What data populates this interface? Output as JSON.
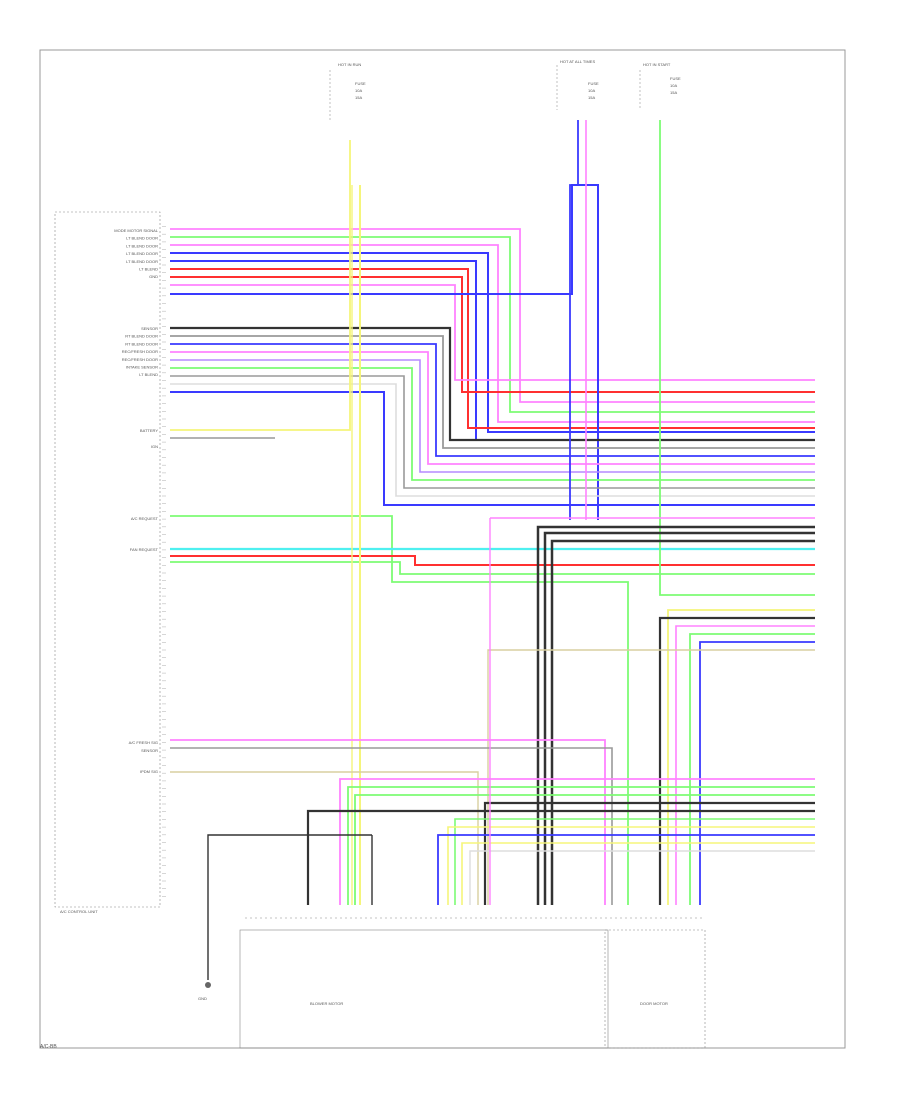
{
  "diagram": {
    "footer_code": "A/C-BB",
    "left_unit": {
      "name": "A/C CONTROL UNIT",
      "pin_labels_top": [
        "MODE MOTOR SIGNAL",
        "LT BLEND DOOR",
        "LT BLEND DOOR",
        "LT BLEND DOOR",
        "LT BLEND DOOR",
        "LT BLEND",
        "GND"
      ],
      "pin_labels_mid": [
        "SENSOR",
        "RT BLEND DOOR",
        "RT BLEND DOOR",
        "REC/FRESH DOOR",
        "REC/FRESH DOOR",
        "INTAKE SENSOR",
        "LT BLEND"
      ],
      "pin_labels_other": [
        "BATTERY",
        "IGN",
        "A/C REQUEST",
        "FAN REQUEST",
        "A/C FRESH SIG",
        "SENSOR",
        "IPDM SIG"
      ]
    },
    "top_fuses": [
      {
        "title": "HOT IN RUN",
        "lines": [
          "FUSE",
          "10A",
          "15A"
        ]
      },
      {
        "title": "HOT AT ALL TIMES",
        "lines": [
          "FUSE",
          "10A",
          "15A"
        ]
      },
      {
        "title": "HOT IN START",
        "lines": [
          "FUSE",
          "10A",
          "15A"
        ]
      }
    ],
    "ground_label": "GND",
    "bottom_boxes": [
      {
        "label": "BLOWER MOTOR"
      },
      {
        "label": "DOOR MOTOR"
      }
    ],
    "colors": {
      "red": "#ff3030",
      "blue": "#3a3aff",
      "green": "#7dfc74",
      "pink": "#ff82ff",
      "yellow": "#f5f57a",
      "cyan": "#4ef0f0",
      "black": "#333333",
      "gray": "#9a9a9a",
      "tan": "#d8cfa0",
      "violet": "#b58aff",
      "white": "#dddddd"
    }
  }
}
